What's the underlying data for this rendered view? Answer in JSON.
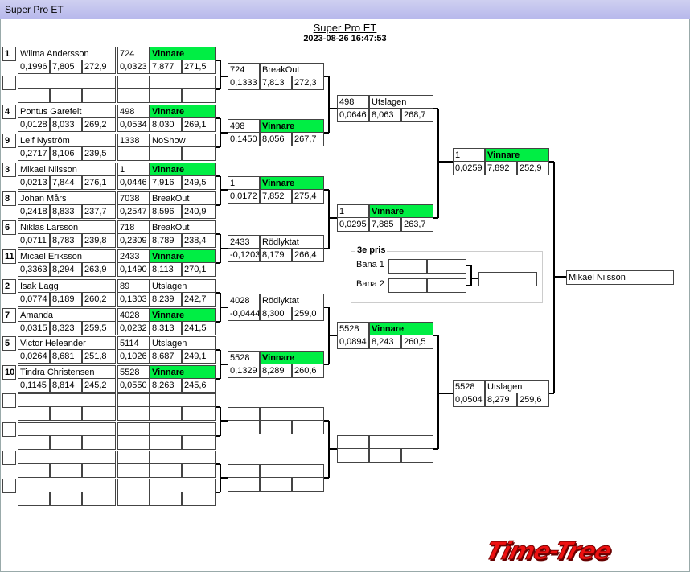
{
  "window": {
    "title": "Super Pro ET"
  },
  "header": {
    "title": "Super Pro ET",
    "datetime": "2023-08-26 16:47:53"
  },
  "third_prize": {
    "legend": "3e pris",
    "lane1": "Bana 1",
    "lane2": "Bana 2"
  },
  "final_winner": "Mikael Nilsson",
  "logo": "Time-Tree",
  "r1": [
    {
      "seed": "1",
      "name": "Wilma Andersson",
      "rt": "0,1996",
      "et": "7,805",
      "sp": "272,9",
      "bn": "724",
      "st": "Vinnare",
      "rt2": "0,0323",
      "et2": "7,877",
      "sp2": "271,5"
    },
    {
      "seed": "",
      "name": "",
      "rt": "",
      "et": "",
      "sp": "",
      "bn": "",
      "st": "",
      "rt2": "",
      "et2": "",
      "sp2": ""
    },
    {
      "seed": "4",
      "name": "Pontus Garefelt",
      "rt": "0,0128",
      "et": "8,033",
      "sp": "269,2",
      "bn": "498",
      "st": "Vinnare",
      "rt2": "0,0534",
      "et2": "8,030",
      "sp2": "269,1"
    },
    {
      "seed": "9",
      "name": "Leif Nyström",
      "rt": "0,2717",
      "et": "8,106",
      "sp": "239,5",
      "bn": "1338",
      "st": "NoShow",
      "rt2": "",
      "et2": "",
      "sp2": ""
    },
    {
      "seed": "3",
      "name": "Mikael Nilsson",
      "rt": "0,0213",
      "et": "7,844",
      "sp": "276,1",
      "bn": "1",
      "st": "Vinnare",
      "rt2": "0,0446",
      "et2": "7,916",
      "sp2": "249,5"
    },
    {
      "seed": "8",
      "name": "Johan Mårs",
      "rt": "0,2418",
      "et": "8,833",
      "sp": "237,7",
      "bn": "7038",
      "st": "BreakOut",
      "rt2": "0,2547",
      "et2": "8,596",
      "sp2": "240,9"
    },
    {
      "seed": "6",
      "name": "Niklas Larsson",
      "rt": "0,0711",
      "et": "8,783",
      "sp": "239,8",
      "bn": "718",
      "st": "BreakOut",
      "rt2": "0,2309",
      "et2": "8,789",
      "sp2": "238,4"
    },
    {
      "seed": "11",
      "name": "Micael Eriksson",
      "rt": "0,3363",
      "et": "8,294",
      "sp": "263,9",
      "bn": "2433",
      "st": "Vinnare",
      "rt2": "0,1490",
      "et2": "8,113",
      "sp2": "270,1"
    },
    {
      "seed": "2",
      "name": "Isak Lagg",
      "rt": "0,0774",
      "et": "8,189",
      "sp": "260,2",
      "bn": "89",
      "st": "Utslagen",
      "rt2": "0,1303",
      "et2": "8,239",
      "sp2": "242,7"
    },
    {
      "seed": "7",
      "name": "Amanda",
      "rt": "0,0315",
      "et": "8,323",
      "sp": "259,5",
      "bn": "4028",
      "st": "Vinnare",
      "rt2": "0,0232",
      "et2": "8,313",
      "sp2": "241,5"
    },
    {
      "seed": "5",
      "name": "Victor Heleander",
      "rt": "0,0264",
      "et": "8,681",
      "sp": "251,8",
      "bn": "5114",
      "st": "Utslagen",
      "rt2": "0,1026",
      "et2": "8,687",
      "sp2": "249,1"
    },
    {
      "seed": "10",
      "name": "Tindra Christensen",
      "rt": "0,1145",
      "et": "8,814",
      "sp": "245,2",
      "bn": "5528",
      "st": "Vinnare",
      "rt2": "0,0550",
      "et2": "8,263",
      "sp2": "245,6"
    },
    {
      "seed": "",
      "name": "",
      "rt": "",
      "et": "",
      "sp": "",
      "bn": "",
      "st": "",
      "rt2": "",
      "et2": "",
      "sp2": ""
    },
    {
      "seed": "",
      "name": "",
      "rt": "",
      "et": "",
      "sp": "",
      "bn": "",
      "st": "",
      "rt2": "",
      "et2": "",
      "sp2": ""
    },
    {
      "seed": "",
      "name": "",
      "rt": "",
      "et": "",
      "sp": "",
      "bn": "",
      "st": "",
      "rt2": "",
      "et2": "",
      "sp2": ""
    },
    {
      "seed": "",
      "name": "",
      "rt": "",
      "et": "",
      "sp": "",
      "bn": "",
      "st": "",
      "rt2": "",
      "et2": "",
      "sp2": ""
    }
  ],
  "r2": [
    {
      "bn": "724",
      "st": "BreakOut",
      "rt": "0,1333",
      "et": "7,813",
      "sp": "272,3"
    },
    {
      "bn": "498",
      "st": "Vinnare",
      "rt": "0,1450",
      "et": "8,056",
      "sp": "267,7"
    },
    {
      "bn": "1",
      "st": "Vinnare",
      "rt": "0,0172",
      "et": "7,852",
      "sp": "275,4"
    },
    {
      "bn": "2433",
      "st": "Rödlyktat",
      "rt": "-0,1203",
      "et": "8,179",
      "sp": "266,4"
    },
    {
      "bn": "4028",
      "st": "Rödlyktat",
      "rt": "-0,0444",
      "et": "8,300",
      "sp": "259,0"
    },
    {
      "bn": "5528",
      "st": "Vinnare",
      "rt": "0,1329",
      "et": "8,289",
      "sp": "260,6"
    },
    {
      "bn": "",
      "st": "",
      "rt": "",
      "et": "",
      "sp": ""
    },
    {
      "bn": "",
      "st": "",
      "rt": "",
      "et": "",
      "sp": ""
    }
  ],
  "r3": [
    {
      "bn": "498",
      "st": "Utslagen",
      "rt": "0,0646",
      "et": "8,063",
      "sp": "268,7"
    },
    {
      "bn": "1",
      "st": "Vinnare",
      "rt": "0,0295",
      "et": "7,885",
      "sp": "263,7"
    },
    {
      "bn": "5528",
      "st": "Vinnare",
      "rt": "0,0894",
      "et": "8,243",
      "sp": "260,5"
    },
    {
      "bn": "",
      "st": "",
      "rt": "",
      "et": "",
      "sp": ""
    }
  ],
  "r4": [
    {
      "bn": "1",
      "st": "Vinnare",
      "rt": "0,0259",
      "et": "7,892",
      "sp": "252,9"
    },
    {
      "bn": "5528",
      "st": "Utslagen",
      "rt": "0,0504",
      "et": "8,279",
      "sp": "259,6"
    }
  ]
}
